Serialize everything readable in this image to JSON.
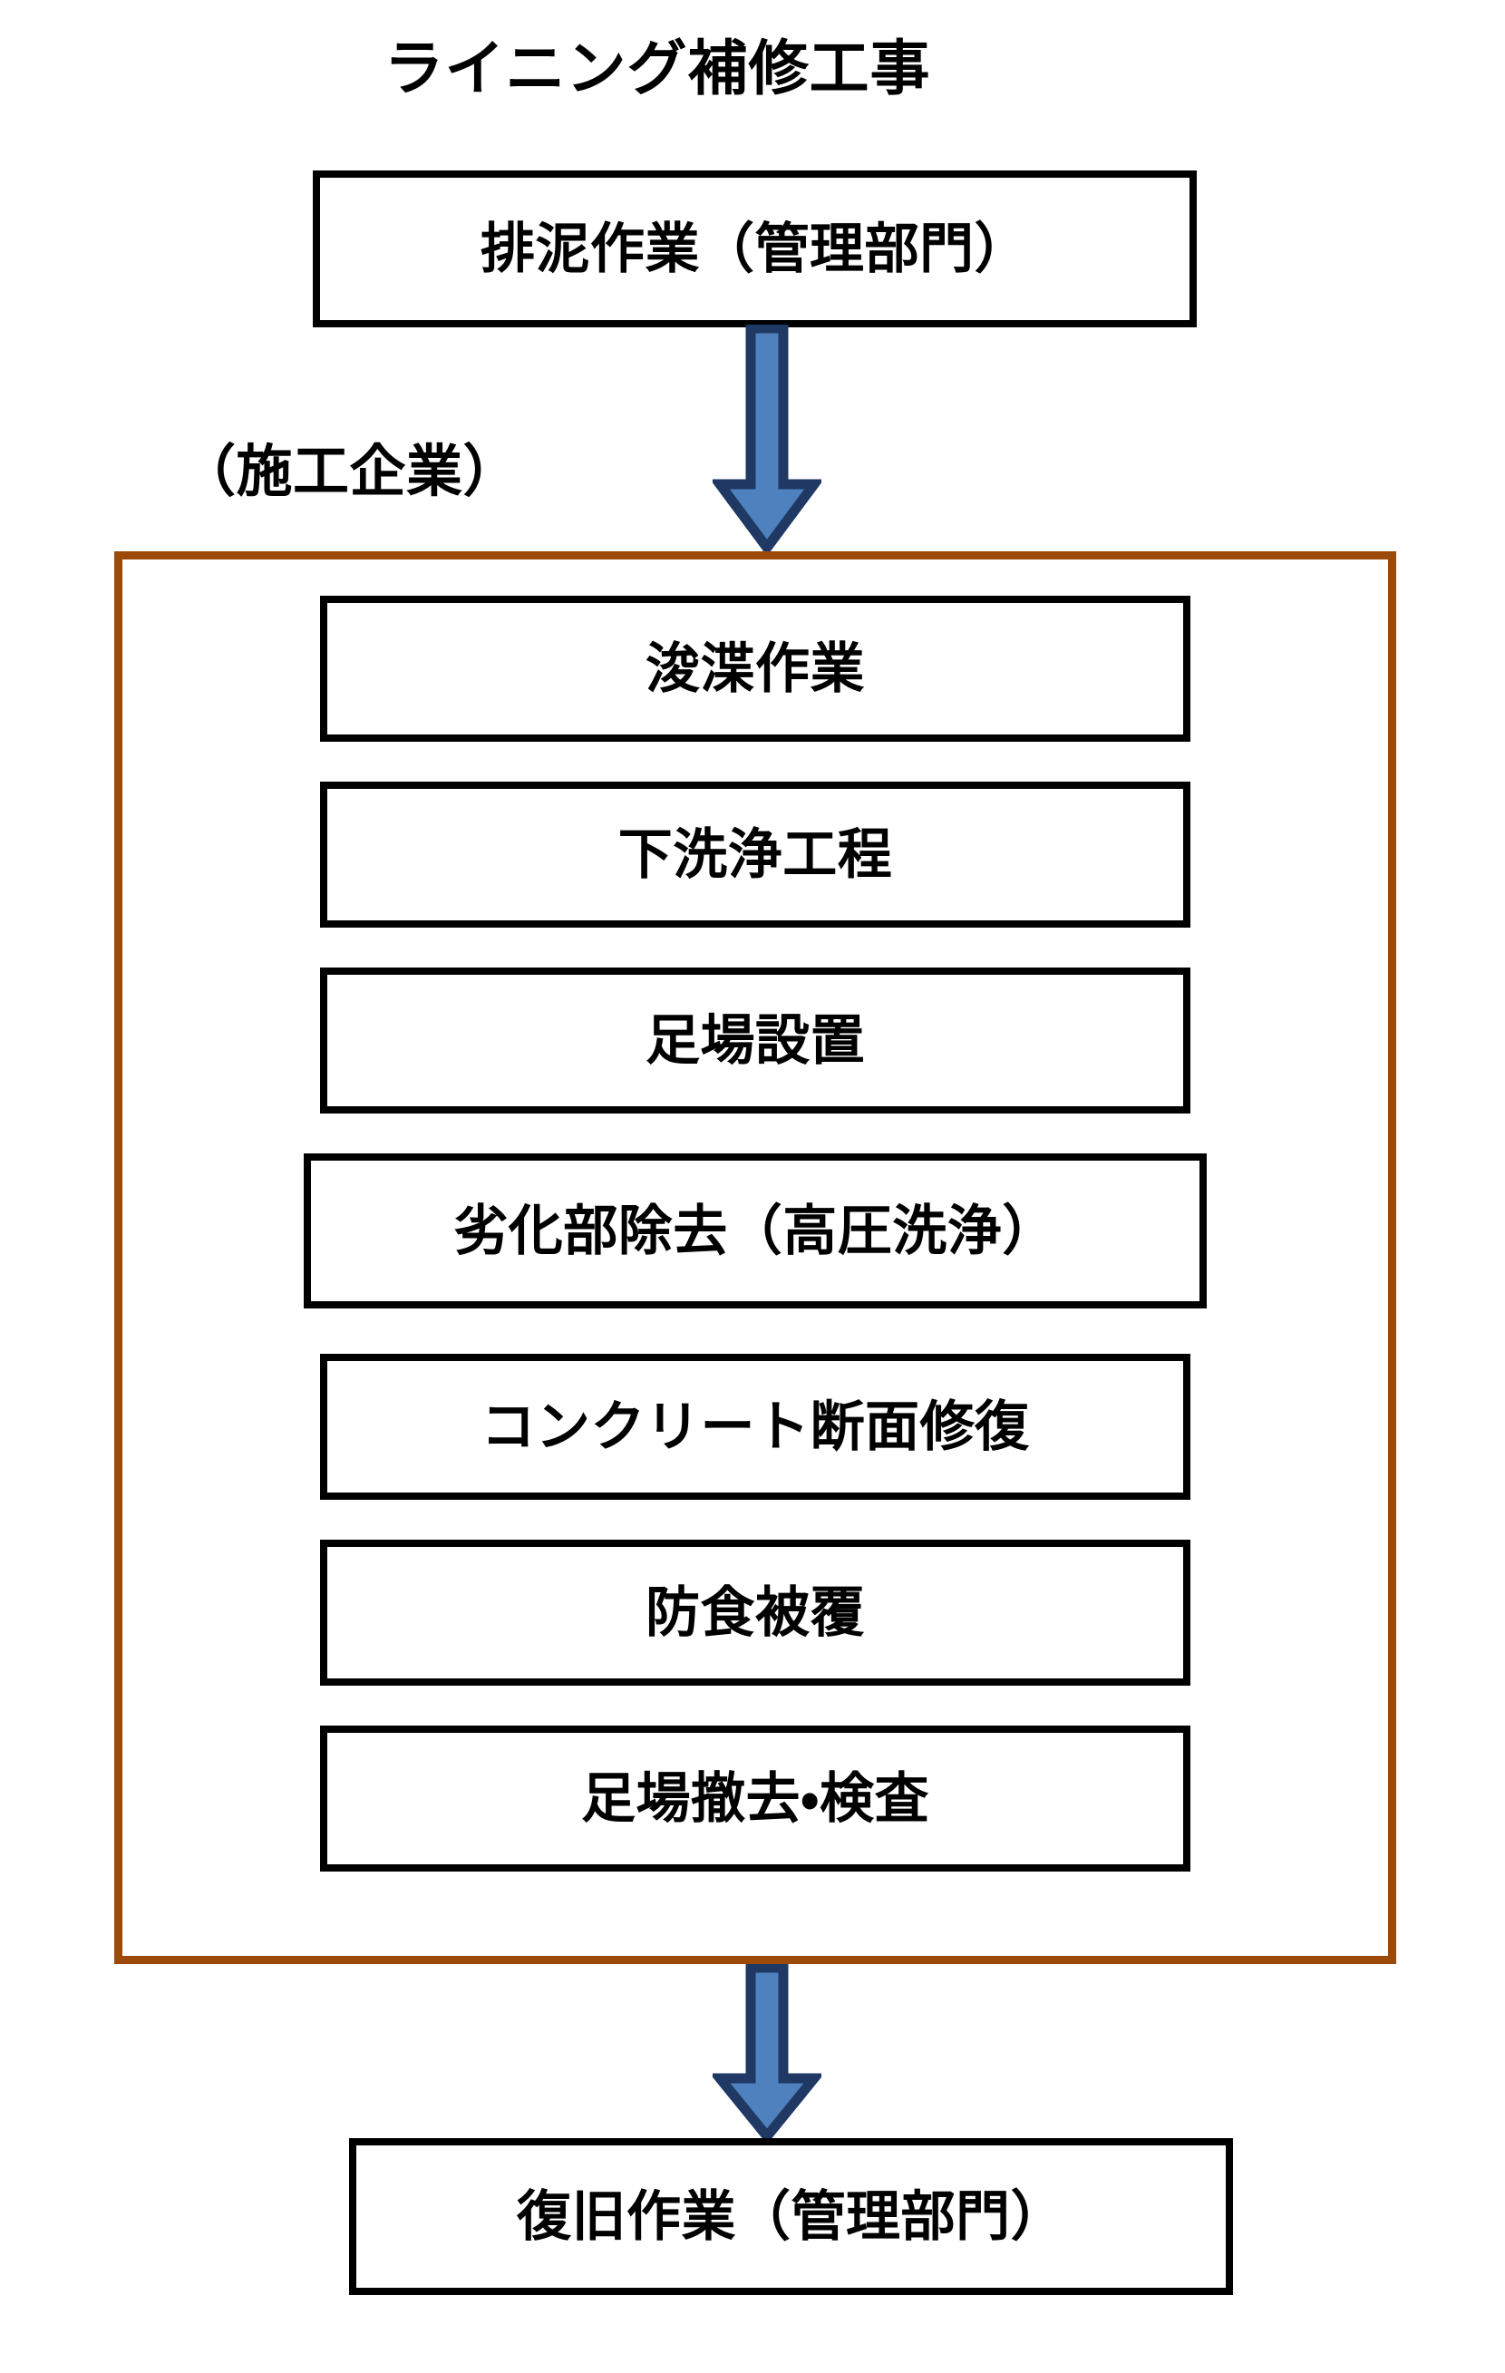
{
  "diagram": {
    "title": "ライニング補修工事",
    "top_node": {
      "label": "排泥作業（管理部門）"
    },
    "group": {
      "label": "（施工企業）",
      "border_color": "#9C4A0A",
      "steps": [
        {
          "label": "浚渫作業"
        },
        {
          "label": "下洗浄工程"
        },
        {
          "label": "足場設置"
        },
        {
          "label": "劣化部除去（高圧洗浄）"
        },
        {
          "label": "コンクリート断面修復"
        },
        {
          "label": "防食被覆"
        },
        {
          "label": "足場撤去・検査"
        }
      ]
    },
    "bottom_node": {
      "label": "復旧作業（管理部門）"
    },
    "arrows": [
      {
        "name": "arrow-top-to-group",
        "direction": "down",
        "fill": "#4E81BD",
        "stroke": "#1F3864"
      },
      {
        "name": "arrow-group-to-bottom",
        "direction": "down",
        "fill": "#4E81BD",
        "stroke": "#1F3864"
      }
    ],
    "colors": {
      "box_border": "#000000",
      "box_fill": "#FFFFFF",
      "group_border": "#9C4A0A",
      "arrow_fill": "#4E81BD",
      "arrow_stroke": "#1F3864",
      "text": "#000000",
      "background": "#FFFFFF"
    }
  }
}
